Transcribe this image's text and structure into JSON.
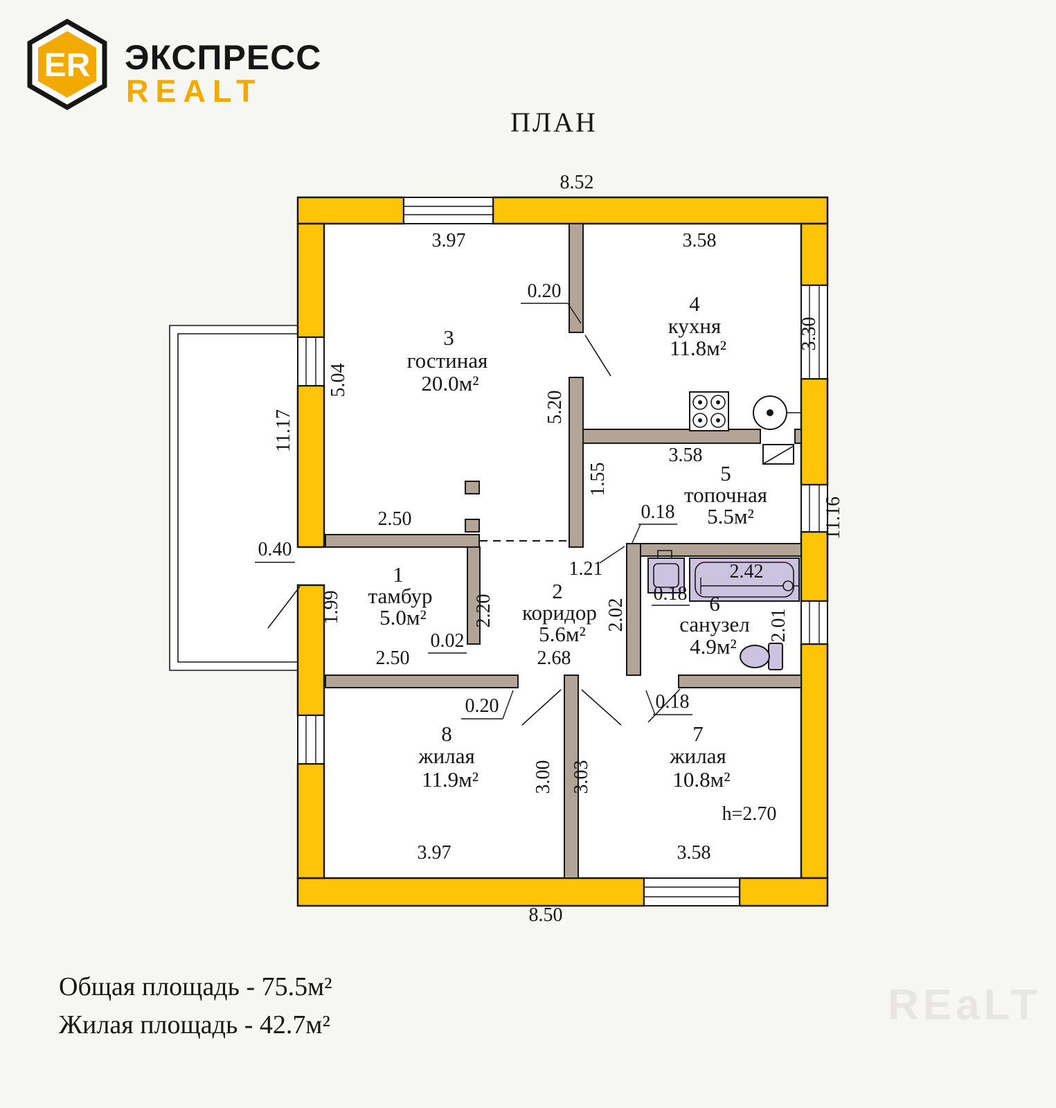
{
  "logo": {
    "monogram": "ER",
    "name_top": "ЭКСПРЕСС",
    "name_bottom": "REALT"
  },
  "title": "ПЛАН",
  "rooms": {
    "vestibule": {
      "num": "1",
      "name": "тамбур",
      "area": "5.0м²"
    },
    "corridor": {
      "num": "2",
      "name": "коридор",
      "area": "5.6м²"
    },
    "living": {
      "num": "3",
      "name": "гостиная",
      "area": "20.0м²"
    },
    "kitchen": {
      "num": "4",
      "name": "кухня",
      "area": "11.8м²"
    },
    "boiler": {
      "num": "5",
      "name": "топочная",
      "area": "5.5м²"
    },
    "bathroom": {
      "num": "6",
      "name": "санузел",
      "area": "4.9м²"
    },
    "bedroom7": {
      "num": "7",
      "name": "жилая",
      "area": "10.8м²"
    },
    "bedroom8": {
      "num": "8",
      "name": "жилая",
      "area": "11.9м²"
    }
  },
  "dims": {
    "top_total": "8.52",
    "top_left": "3.97",
    "top_right": "3.58",
    "wall_020_top": "0.20",
    "kitchen_window": "3.30",
    "living_height": "5.04",
    "left_total": "11.17",
    "living_wall": "5.20",
    "wall_155": "1.55",
    "boiler_width": "3.58",
    "wall_018_boiler": "0.18",
    "right_total": "11.16",
    "vestibule_top": "2.50",
    "porch_wall": "0.40",
    "corridor_offset": "1.21",
    "bath_width": "2.42",
    "vestibule_left": "1.99",
    "vestibule_right": "2.20",
    "corridor_right": "2.02",
    "bath_sink": "0.18",
    "bath_window": "2.01",
    "wall_002": "0.02",
    "vestibule_bottom": "2.50",
    "corridor_width": "2.68",
    "wall_020_bottom": "0.20",
    "bath_door": "0.18",
    "bedroom8_wall": "3.00",
    "bedroom7_wall": "3.03",
    "ceiling": "h=2.70",
    "bottom_left": "3.97",
    "bottom_right": "3.58",
    "bottom_total": "8.50"
  },
  "footer": {
    "total_area": "Общая площадь - 75.5м²",
    "living_area": "Жилая площадь - 42.7м²"
  },
  "watermark": "REaLT",
  "colors": {
    "wall_yellow": "#FDC408",
    "interior_wall": "#b2a496",
    "fixture": "#cbc3df",
    "brand_orange": "#F2A900"
  }
}
